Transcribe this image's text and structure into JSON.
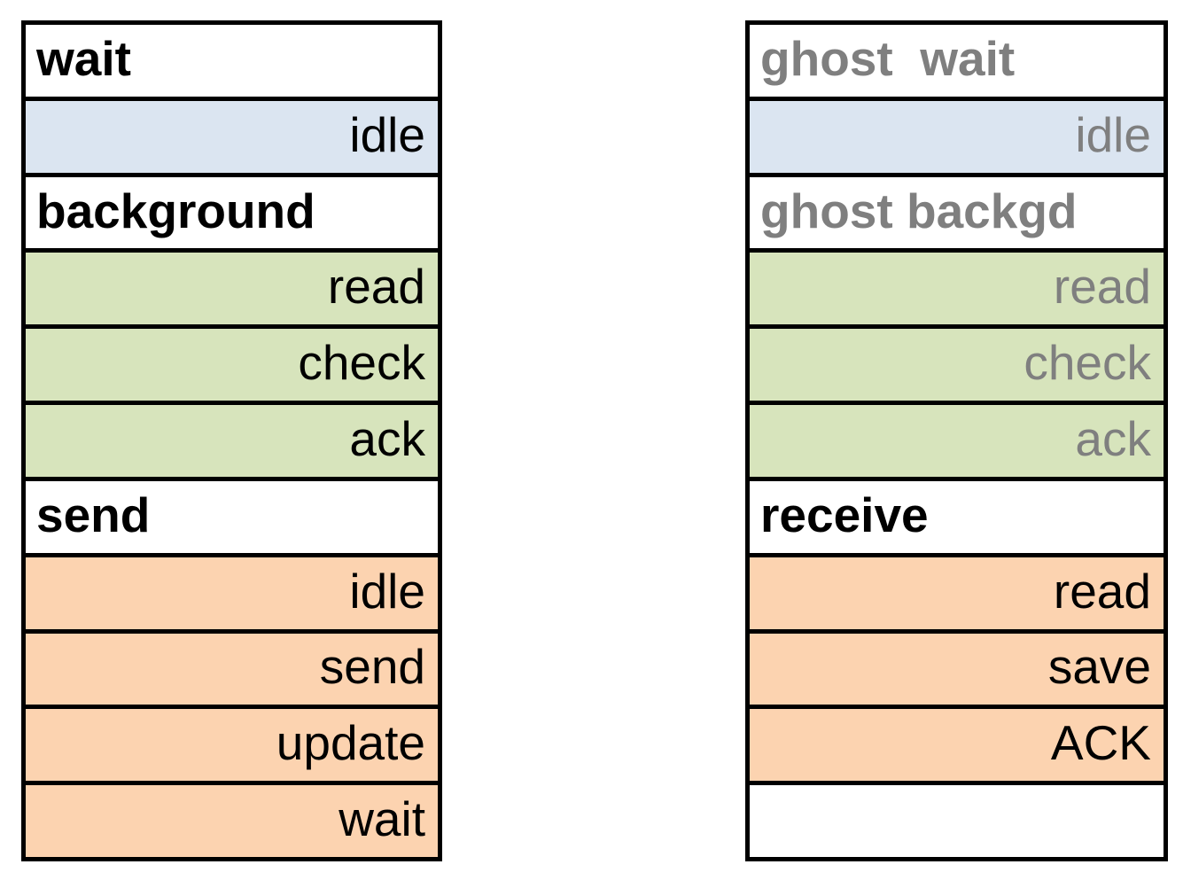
{
  "page": {
    "background": "#FFFFFF"
  },
  "colors": {
    "border": "#000000",
    "white_fill": "#FFFFFF",
    "blue_fill": "#DBE5F1",
    "green_fill": "#D7E4BC",
    "orange_fill": "#FCD3B0",
    "black_text": "#000000",
    "ghost_text": "#7F7F7F"
  },
  "left_table": {
    "rows": [
      {
        "label": "wait",
        "role": "task-header",
        "fill": "white",
        "align": "left",
        "ghost": false
      },
      {
        "label": "idle",
        "role": "state",
        "fill": "blue",
        "align": "right",
        "ghost": false
      },
      {
        "label": "background",
        "role": "task-header",
        "fill": "white",
        "align": "left",
        "ghost": false
      },
      {
        "label": "read",
        "role": "state",
        "fill": "green",
        "align": "right",
        "ghost": false
      },
      {
        "label": "check",
        "role": "state",
        "fill": "green",
        "align": "right",
        "ghost": false
      },
      {
        "label": "ack",
        "role": "state",
        "fill": "green",
        "align": "right",
        "ghost": false
      },
      {
        "label": "send",
        "role": "task-header",
        "fill": "white",
        "align": "left",
        "ghost": false
      },
      {
        "label": "idle",
        "role": "state",
        "fill": "orange",
        "align": "right",
        "ghost": false
      },
      {
        "label": "send",
        "role": "state",
        "fill": "orange",
        "align": "right",
        "ghost": false
      },
      {
        "label": "update",
        "role": "state",
        "fill": "orange",
        "align": "right",
        "ghost": false
      },
      {
        "label": "wait",
        "role": "state",
        "fill": "orange",
        "align": "right",
        "ghost": false
      }
    ]
  },
  "right_table": {
    "rows": [
      {
        "label": "ghost  wait",
        "role": "task-header",
        "fill": "white",
        "align": "left",
        "ghost": true
      },
      {
        "label": "idle",
        "role": "state",
        "fill": "blue",
        "align": "right",
        "ghost": true
      },
      {
        "label": "ghost backgd",
        "role": "task-header",
        "fill": "white",
        "align": "left",
        "ghost": true
      },
      {
        "label": "read",
        "role": "state",
        "fill": "green",
        "align": "right",
        "ghost": true
      },
      {
        "label": "check",
        "role": "state",
        "fill": "green",
        "align": "right",
        "ghost": true
      },
      {
        "label": "ack",
        "role": "state",
        "fill": "green",
        "align": "right",
        "ghost": true
      },
      {
        "label": "receive",
        "role": "task-header",
        "fill": "white",
        "align": "left",
        "ghost": false
      },
      {
        "label": "read",
        "role": "state",
        "fill": "orange",
        "align": "right",
        "ghost": false
      },
      {
        "label": "save",
        "role": "state",
        "fill": "orange",
        "align": "right",
        "ghost": false
      },
      {
        "label": "ACK",
        "role": "state",
        "fill": "orange",
        "align": "right",
        "ghost": false
      },
      {
        "label": "",
        "role": "empty",
        "fill": "white",
        "align": "right",
        "ghost": false
      }
    ]
  }
}
